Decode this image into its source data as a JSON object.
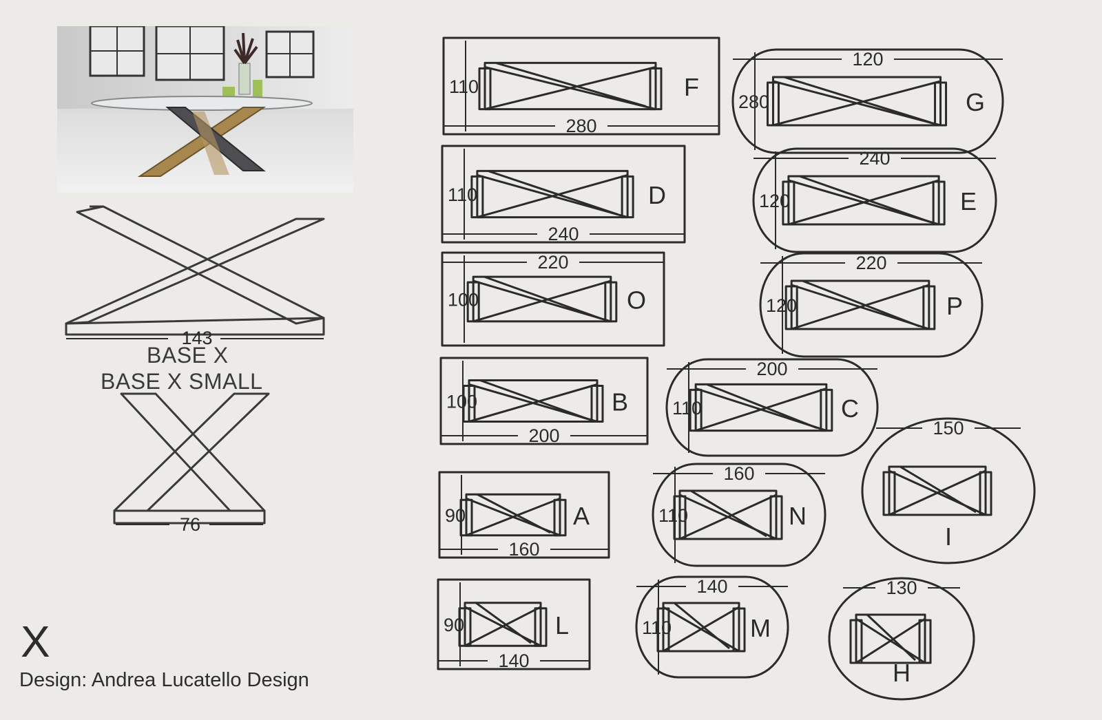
{
  "collection": "X",
  "designer_line": "Design: Andrea Lucatello Design",
  "bases": {
    "base_x": {
      "label": "BASE X",
      "width": "143"
    },
    "base_x_small": {
      "label": "BASE X SMALL",
      "width": "76"
    }
  },
  "tables": [
    {
      "letter": "F",
      "shape": "rectangle",
      "length": "280",
      "width": "110"
    },
    {
      "letter": "G",
      "shape": "oval",
      "length": "120",
      "width": "280"
    },
    {
      "letter": "D",
      "shape": "rectangle",
      "length": "240",
      "width": "110"
    },
    {
      "letter": "E",
      "shape": "oval",
      "length": "240",
      "width": "120"
    },
    {
      "letter": "O",
      "shape": "rectangle",
      "length": "220",
      "width": "100"
    },
    {
      "letter": "P",
      "shape": "oval",
      "length": "220",
      "width": "120"
    },
    {
      "letter": "B",
      "shape": "rectangle",
      "length": "200",
      "width": "100"
    },
    {
      "letter": "C",
      "shape": "oval",
      "length": "200",
      "width": "110"
    },
    {
      "letter": "A",
      "shape": "rectangle",
      "length": "160",
      "width": "90"
    },
    {
      "letter": "N",
      "shape": "oval",
      "length": "160",
      "width": "110"
    },
    {
      "letter": "I",
      "shape": "round",
      "length": "150",
      "width": ""
    },
    {
      "letter": "L",
      "shape": "rectangle",
      "length": "140",
      "width": "90"
    },
    {
      "letter": "M",
      "shape": "oval",
      "length": "140",
      "width": "110"
    },
    {
      "letter": "H",
      "shape": "round",
      "length": "130",
      "width": ""
    }
  ]
}
